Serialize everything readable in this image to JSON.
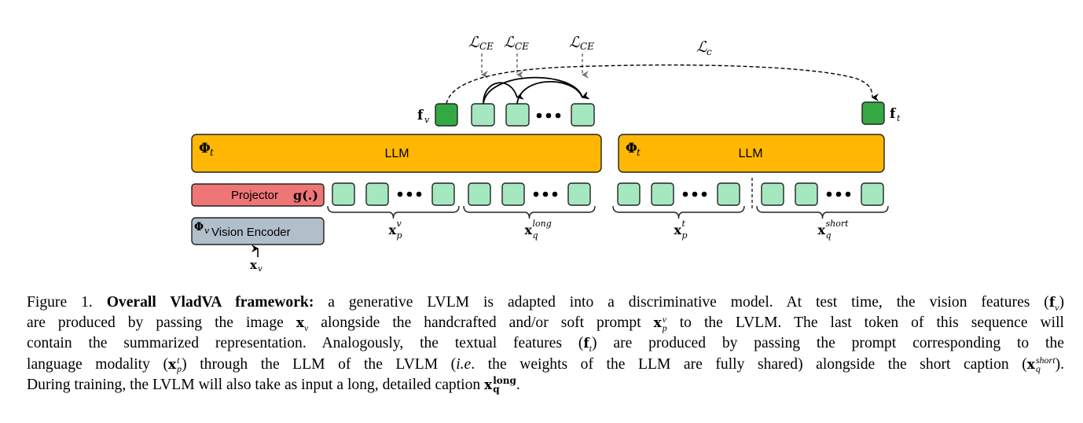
{
  "figure": {
    "losses": {
      "ce_label": "ℒ",
      "ce_sub": "CE",
      "contrastive_label": "ℒ",
      "contrastive_sub": "c"
    },
    "features": {
      "vision": {
        "symbol": "f",
        "sub": "v"
      },
      "text": {
        "symbol": "f",
        "sub": "t"
      }
    },
    "llm_left": {
      "param": "Φ",
      "param_sub": "t",
      "label": "LLM"
    },
    "llm_right": {
      "param": "Φ",
      "param_sub": "t",
      "label": "LLM"
    },
    "projector": {
      "label": "Projector",
      "func": "g(.)"
    },
    "vision_encoder": {
      "param": "Φ",
      "param_sub": "v",
      "label": "Vision Encoder"
    },
    "input_image": {
      "symbol": "x",
      "sub": "v"
    },
    "token_groups": [
      {
        "symbol": "x",
        "sub": "p",
        "sup": "v"
      },
      {
        "symbol": "x",
        "sub": "q",
        "sup": "long"
      },
      {
        "symbol": "x",
        "sub": "p",
        "sup": "t"
      },
      {
        "symbol": "x",
        "sub": "q",
        "sup": "short"
      }
    ],
    "colors": {
      "llm": "#FFB703",
      "projector": "#EE7676",
      "encoder": "#B1BFCB",
      "token": "#A5E8C0",
      "feature": "#34A843",
      "loss_arrow": "#777777"
    }
  },
  "caption": {
    "figure_num": "Figure 1.",
    "bold_title": "Overall VladVA framework:",
    "l1": " a generative LVLM is adapted into a discriminative model. At test time, the vision features (",
    "l1_end": ")",
    "l2a": "are produced by passing the image ",
    "l2b": " alongside the handcrafted and/or soft prompt ",
    "l2c": " to the LVLM. The last token of this sequence will",
    "l3a": "contain the summarized representation.  Analogously, the textual features (",
    "l3b": ") are produced by passing the prompt corresponding to the",
    "l4a": "language modality (",
    "l4b": ") through the LLM of the LVLM (",
    "l4_ie": "i.e",
    "l4c": ". the weights of the LLM are fully shared) alongside the short caption (",
    "l4d": ").",
    "l5a": "During training, the LVLM will also take as input a long, detailed caption ",
    "l5b": "."
  }
}
